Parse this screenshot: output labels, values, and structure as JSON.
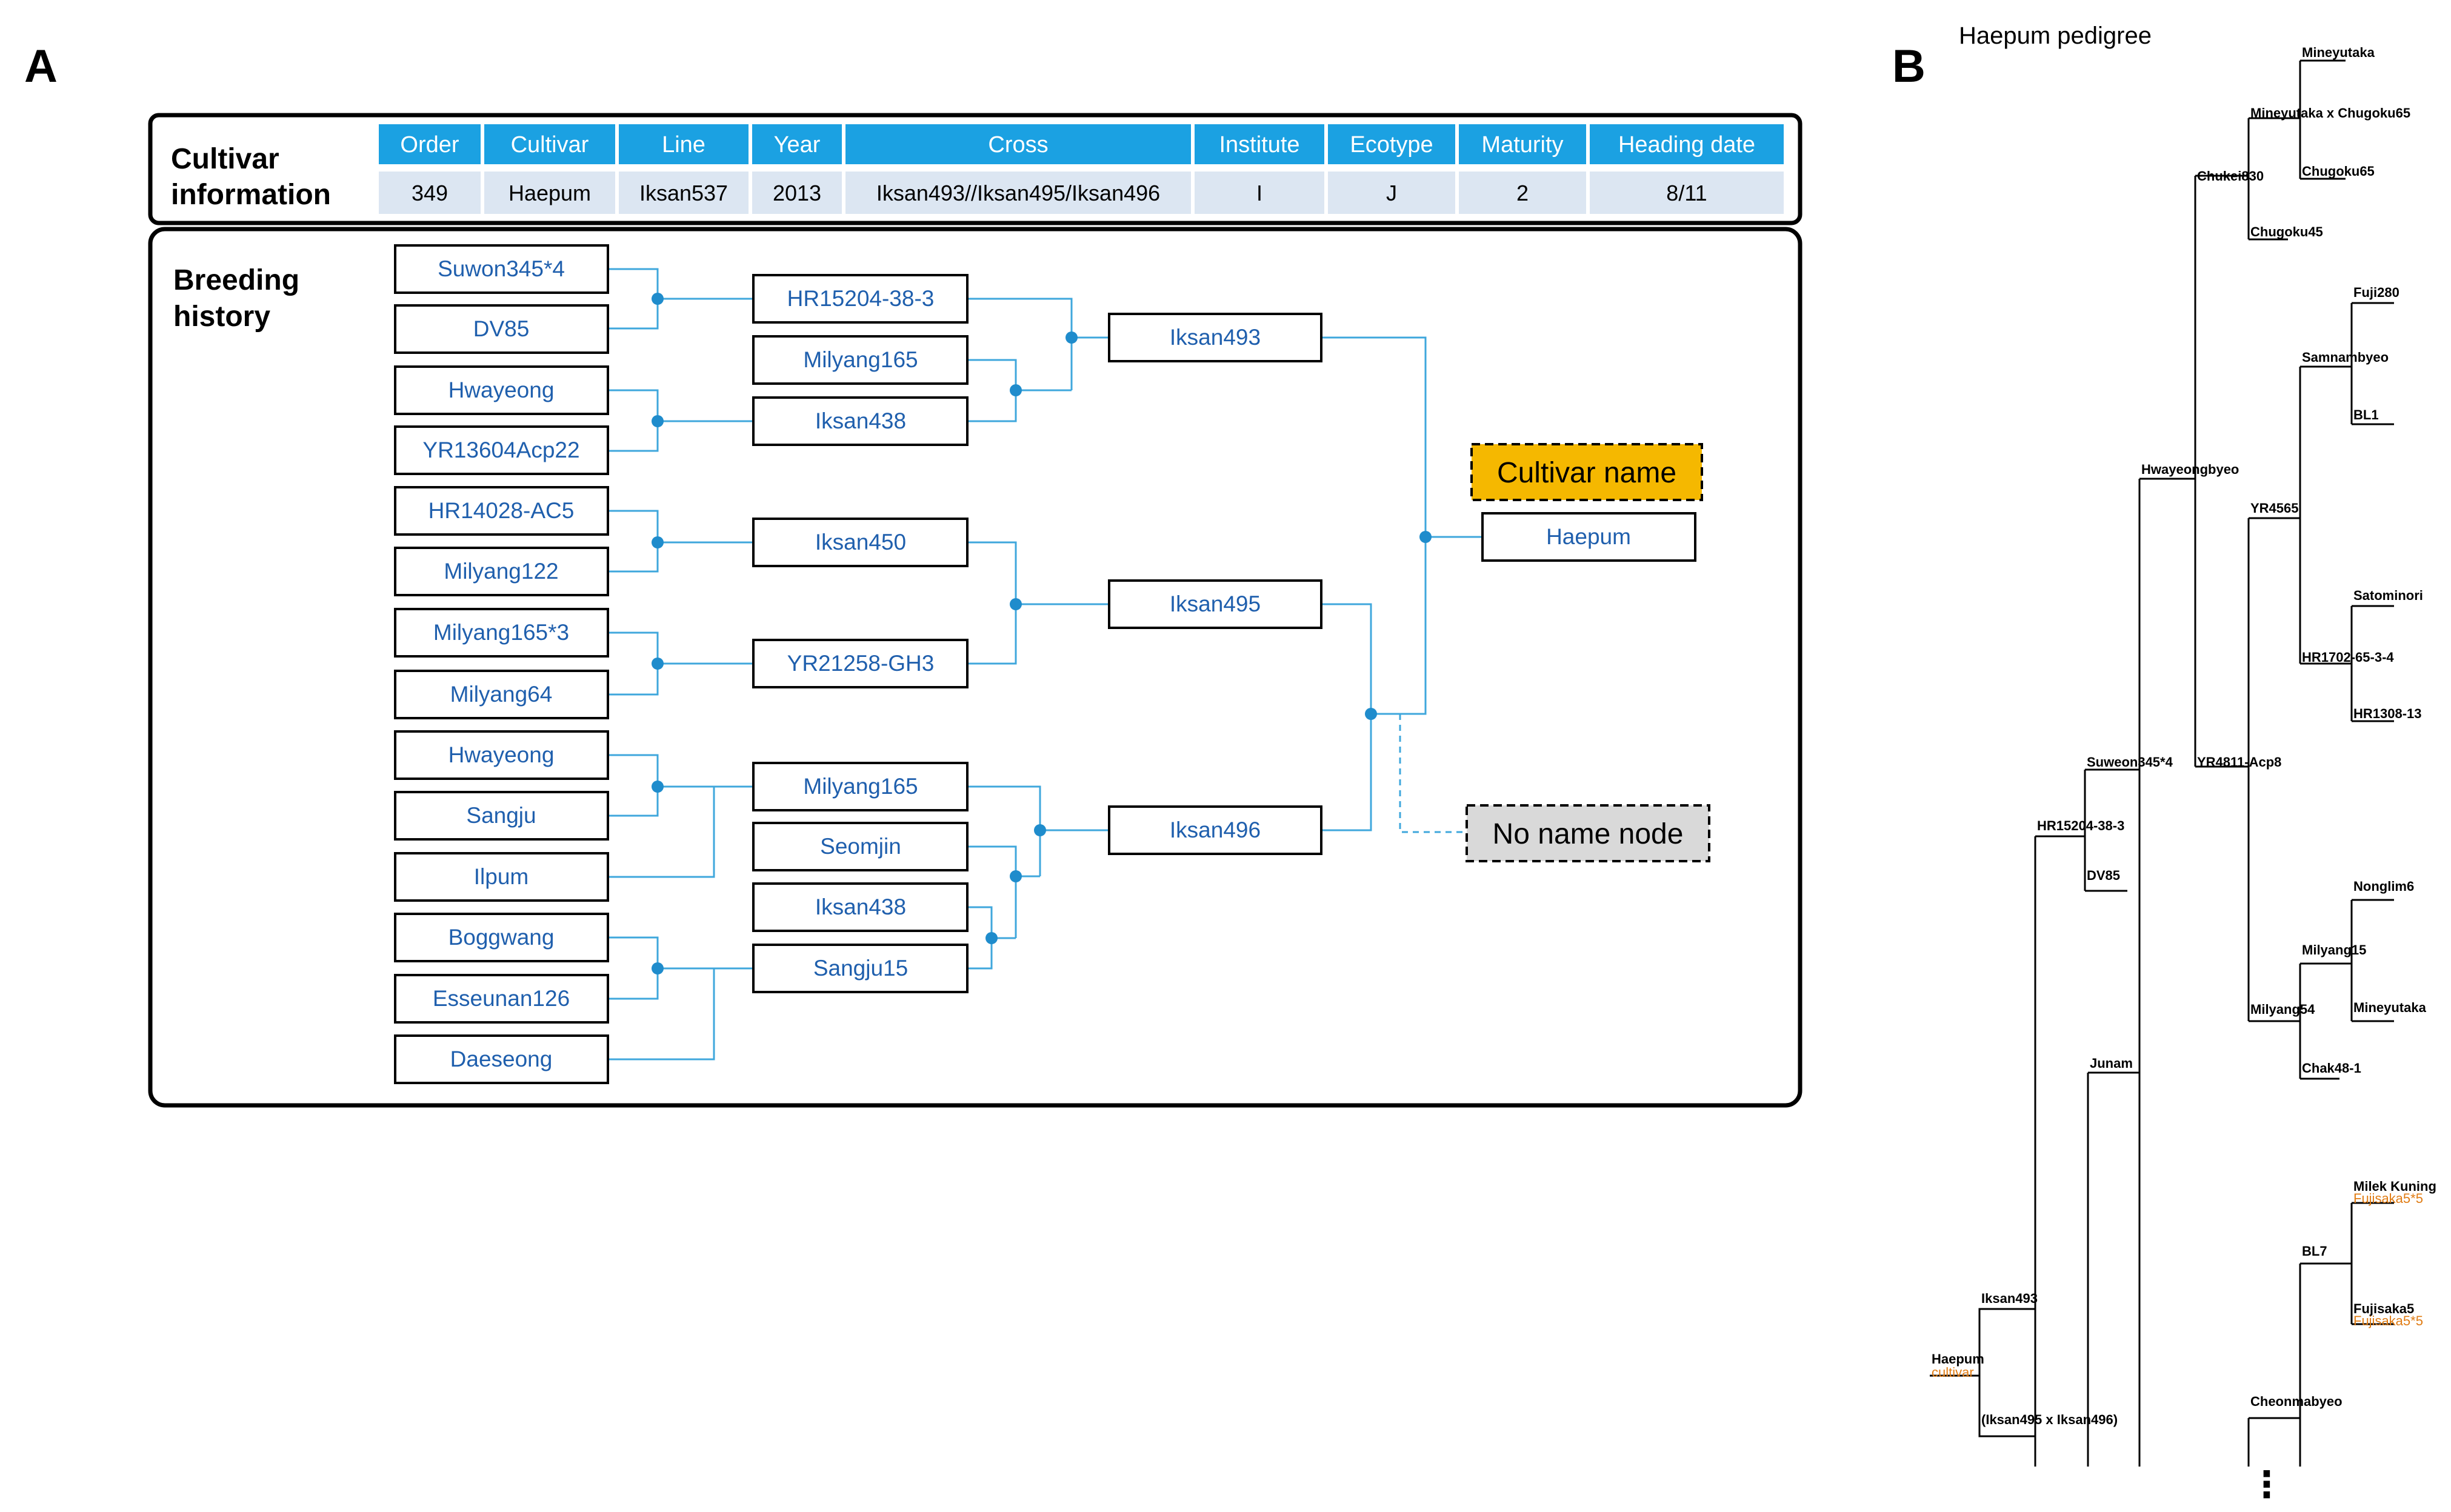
{
  "panel_a_letter": "A",
  "panel_b_letter": "B",
  "cultivar_info": {
    "title_line1": "Cultivar",
    "title_line2": "information",
    "headers": [
      "Order",
      "Cultivar",
      "Line",
      "Year",
      "Cross",
      "Institute",
      "Ecotype",
      "Maturity",
      "Heading date"
    ],
    "values": [
      "349",
      "Haepum",
      "Iksan537",
      "2013",
      "Iksan493//Iksan495/Iksan496",
      "I",
      "J",
      "2",
      "8/11"
    ],
    "header_color": "#1ba1e2",
    "row_color": "#dce6f2"
  },
  "breeding_history": {
    "title_line1": "Breeding",
    "title_line2": "history",
    "col1": [
      "Suwon345*4",
      "DV85",
      "Hwayeong",
      "YR13604Acp22",
      "HR14028-AC5",
      "Milyang122",
      "Milyang165*3",
      "Milyang64",
      "Hwayeong",
      "Sangju",
      "Ilpum",
      "Boggwang",
      "Esseunan126",
      "Daeseong"
    ],
    "col2": [
      "HR15204-38-3",
      "Milyang165",
      "Iksan438",
      "Iksan450",
      "YR21258-GH3",
      "Milyang165",
      "Seomjin",
      "Iksan438",
      "Sangju15"
    ],
    "col3": [
      "Iksan493",
      "Iksan495",
      "Iksan496"
    ],
    "result": "Haepum",
    "legend_cultivar": "Cultivar name",
    "legend_noname": "No name node",
    "line_color": "#3fa7dc",
    "cultivar_legend_color": "#f5b800",
    "noname_legend_color": "#d9d9d9"
  },
  "pedigree_tree": {
    "title": "Haepum pedigree",
    "nodes": {
      "mineyutaka": "Mineyutaka",
      "mineyutaka_x_chugoku65": "Mineyutaka x Chugoku65",
      "chugoku65": "Chugoku65",
      "chukei830": "Chukei830",
      "chugoku45": "Chugoku45",
      "fuji280": "Fuji280",
      "samnambyeo": "Samnambyeo",
      "bl1": "BL1",
      "hwayeongbyeo": "Hwayeongbyeo",
      "yr4565": "YR4565",
      "satominori": "Satominori",
      "hr1702": "HR1702-65-3-4",
      "hr1308": "HR1308-13",
      "suweon": "Suweon345*4",
      "yr4811": "YR4811-Acp8",
      "hr15204": "HR15204-38-3",
      "dv85": "DV85",
      "nonglim6": "Nonglim6",
      "milyang15": "Milyang15",
      "mineyutaka2": "Mineyutaka",
      "milyang54": "Milyang54",
      "chak48": "Chak48-1",
      "junam": "Junam",
      "milek": "Milek Kuning",
      "milek_sub": "Fujisaka5*5",
      "bl7": "BL7",
      "fujisaka5": "Fujisaka5",
      "fujisaka5_sub": "Fujisaka5*5",
      "iksan493": "Iksan493",
      "haepum": "Haepum",
      "haepum_sub": "cultivar",
      "cheonmabyeo": "Cheonmabyeo",
      "iksan495x496": "(Iksan495 x Iksan496)"
    },
    "more": "⋮",
    "sub_color": "#e07b12"
  }
}
